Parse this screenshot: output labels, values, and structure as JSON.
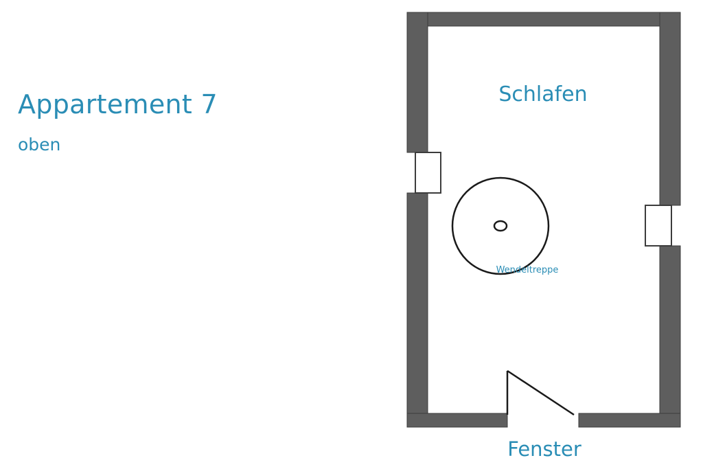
{
  "title": "Appartement 7",
  "subtitle": "oben",
  "plan": {
    "rooms": [
      {
        "label": "Schlafen"
      }
    ],
    "features": {
      "staircase_label": "Wendeltreppe",
      "window_label": "Fenster"
    },
    "colors": {
      "wall": "#5e5e5e",
      "wall_outline": "#3c3c3c",
      "text": "#2a8db5",
      "line": "#1a1a1a"
    }
  }
}
